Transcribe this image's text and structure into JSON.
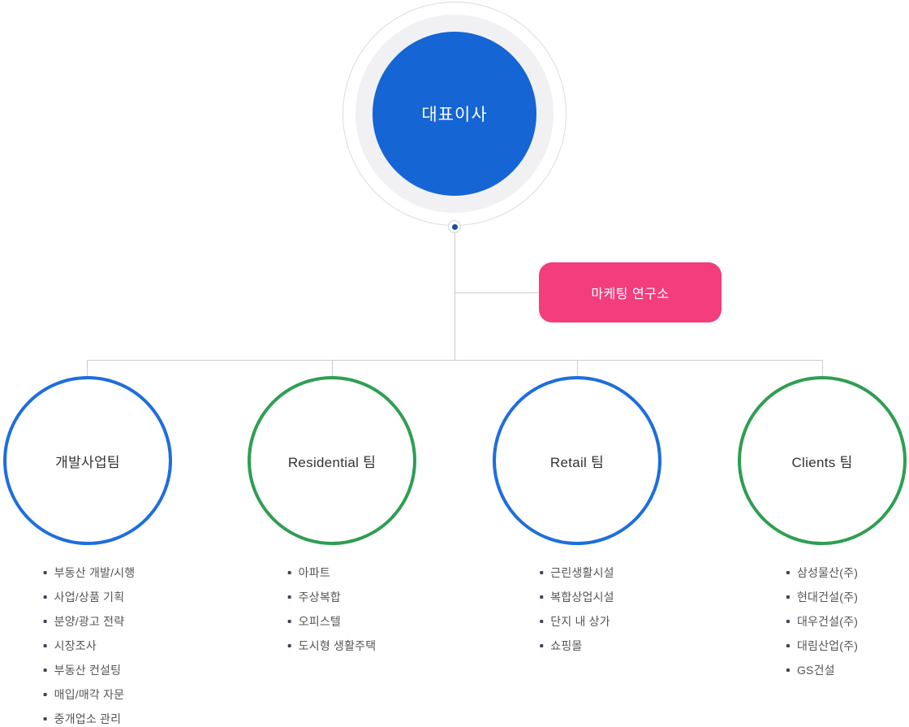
{
  "root": {
    "label": "대표이사"
  },
  "research": {
    "label": "마케팅 연구소"
  },
  "teams": [
    {
      "label": "개발사업팀",
      "border": "blue",
      "items": [
        "부동산 개발/시행",
        "사업/상품 기획",
        "분양/광고 전략",
        "시장조사",
        "부동산 컨설팅",
        "매입/매각 자문",
        "중개업소 관리"
      ]
    },
    {
      "label": "Residential 팀",
      "border": "green",
      "items": [
        "아파트",
        "주상복합",
        "오피스텔",
        "도시형 생활주택"
      ]
    },
    {
      "label": "Retail 팀",
      "border": "blue",
      "items": [
        "근린생활시설",
        "복합상업시설",
        "단지 내 상가",
        "쇼핑몰"
      ]
    },
    {
      "label": "Clients 팀",
      "border": "green",
      "items": [
        "삼성물산(주)",
        "현대건설(주)",
        "대우건설(주)",
        "대림산업(주)",
        "GS건설"
      ]
    }
  ],
  "colors": {
    "blue_fill": "#1565d4",
    "blue": "#1e6edd",
    "green": "#2f9e52",
    "pink": "#f33d7d",
    "line": "#cccccc",
    "ring_gray": "#f1f1f3",
    "label_text": "#333333",
    "list_text": "#555555"
  }
}
